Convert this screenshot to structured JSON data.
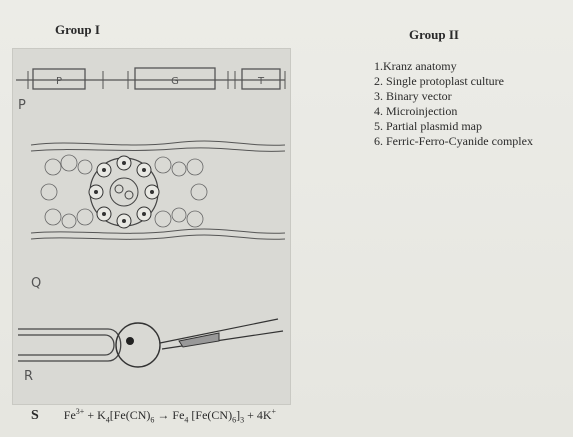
{
  "group1": {
    "title": "Group I"
  },
  "group2": {
    "title": "Group II",
    "items": [
      "1.Kranz anatomy",
      "2. Single protoplast culture",
      "3. Binary vector",
      "4. Microinjection",
      "5. Partial plasmid map",
      "6. Ferric-Ferro-Cyanide complex"
    ]
  },
  "figures": {
    "p": {
      "label": "P",
      "boxes": [
        "P",
        "G",
        "T"
      ]
    },
    "q": {
      "label": "Q"
    },
    "r": {
      "label": "R"
    }
  },
  "equation": {
    "label": "S",
    "text": "Fe3+ + K4[Fe(CN)6 → Fe4 [Fe(CN)6]3 + 4K+"
  }
}
